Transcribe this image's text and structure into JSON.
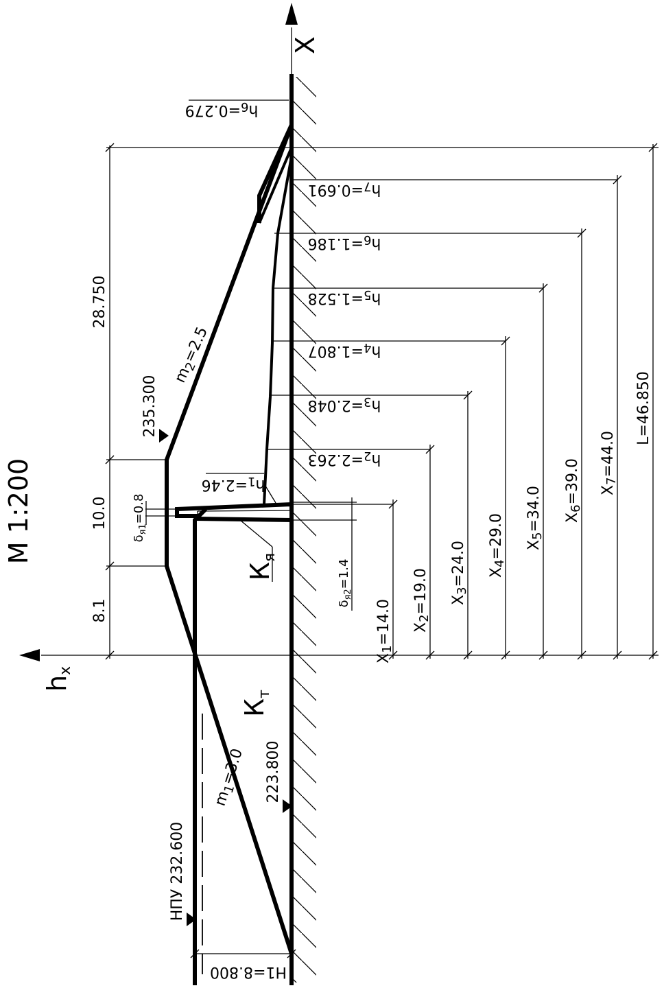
{
  "scale": "M 1:200",
  "axes": {
    "x": "X",
    "h": "h",
    "h_sub": "x"
  },
  "h_labels": [
    {
      "main": "h",
      "sub": "6",
      "rest": "=0.279"
    },
    {
      "main": "h",
      "sub": "7",
      "rest": "=0.691"
    },
    {
      "main": "h",
      "sub": "6",
      "rest": "=1.186"
    },
    {
      "main": "h",
      "sub": "5",
      "rest": "=1.528"
    },
    {
      "main": "h",
      "sub": "4",
      "rest": "=1.807"
    },
    {
      "main": "h",
      "sub": "3",
      "rest": "=2.048"
    },
    {
      "main": "h",
      "sub": "2",
      "rest": "=2.263"
    },
    {
      "main": "h",
      "sub": "1",
      "rest": "=2.46"
    }
  ],
  "x_labels": [
    {
      "main": "X",
      "sub": "1",
      "rest": "=14.0"
    },
    {
      "main": "X",
      "sub": "2",
      "rest": "=19.0"
    },
    {
      "main": "X",
      "sub": "3",
      "rest": "=24.0"
    },
    {
      "main": "X",
      "sub": "4",
      "rest": "=29.0"
    },
    {
      "main": "X",
      "sub": "5",
      "rest": "=34.0"
    },
    {
      "main": "X",
      "sub": "6",
      "rest": "=39.0"
    },
    {
      "main": "X",
      "sub": "7",
      "rest": "=44.0"
    }
  ],
  "length_label": "L=46.850",
  "dims_left": {
    "d1": "28.750",
    "d2": "10.0",
    "d3": "8.1"
  },
  "elev_crest": "235.300",
  "elev_base": "223.800",
  "elev_npu": "НПУ 232.600",
  "h1_label": "Н1=8.800",
  "slope_down": {
    "main": "m",
    "sub": "2",
    "rest": "=2.5"
  },
  "slope_up": {
    "main": "m",
    "sub": "1",
    "rest": "=3.0"
  },
  "delta1": {
    "main": "δ",
    "sub": "я1",
    "rest": "=0.8"
  },
  "delta2": {
    "main": "δ",
    "sub": "я2",
    "rest": "=1.4"
  },
  "core": {
    "main": "К",
    "sub": "я"
  },
  "body": {
    "main": "К",
    "sub": "т"
  }
}
